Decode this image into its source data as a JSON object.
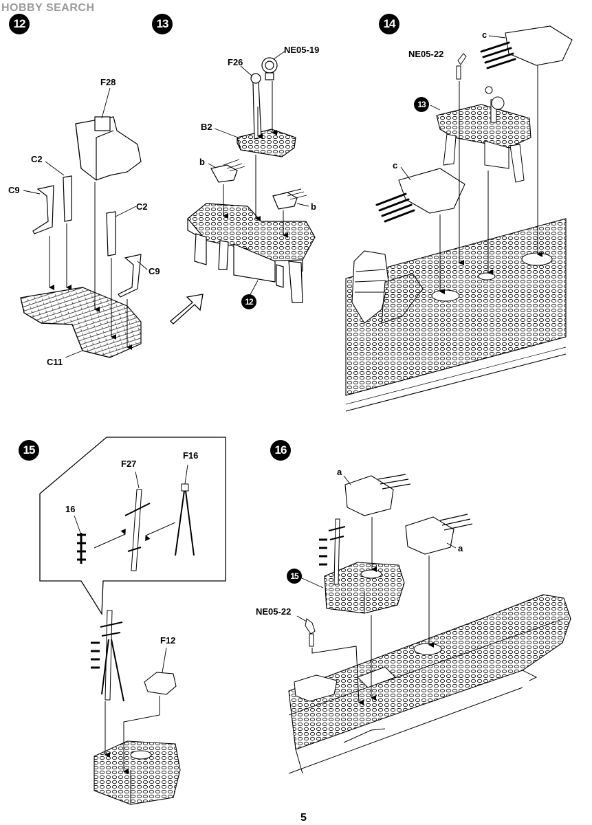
{
  "watermark": "HOBBY SEARCH",
  "page_number": "5",
  "steps": {
    "s12": "12",
    "s13": "13",
    "s14": "14",
    "s15": "15",
    "s16": "16",
    "s13_ref": "13",
    "s12_ref": "12",
    "s15_ref": "15"
  },
  "labels": {
    "F28": "F28",
    "C2a": "C2",
    "C9a": "C9",
    "C2b": "C2",
    "C9b": "C9",
    "C11": "C11",
    "F26": "F26",
    "NE05_19": "NE05-19",
    "B2": "B2",
    "b1": "b",
    "b2": "b",
    "c1": "c",
    "NE05_22a": "NE05-22",
    "c2": "c",
    "F27": "F27",
    "F16": "F16",
    "n16": "16",
    "F12": "F12",
    "a1": "a",
    "a2": "a",
    "NE05_22b": "NE05-22"
  },
  "colors": {
    "line": "#000000",
    "part_fill": "#ffffff",
    "hatch": "#555555"
  }
}
